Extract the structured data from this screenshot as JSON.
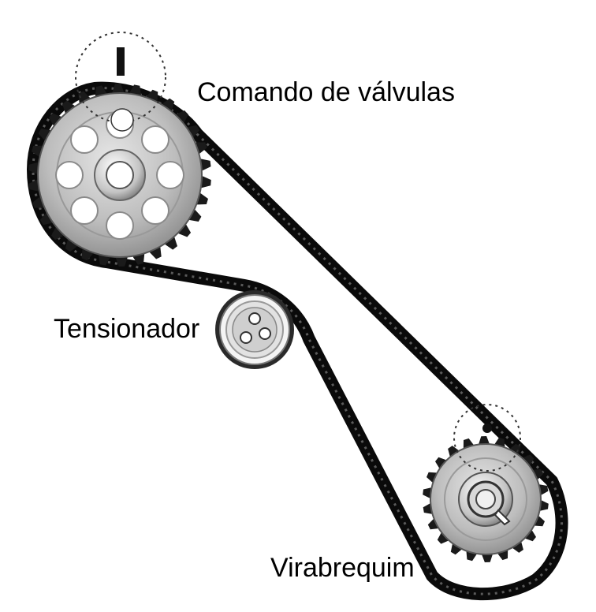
{
  "labels": {
    "camshaft": "Comando de válvulas",
    "tensioner": "Tensionador",
    "crankshaft": "Virabrequim"
  },
  "colors": {
    "belt": "#0a0a0a",
    "gear_face": "#b9b9b9",
    "gear_teeth": "#1a1a1a",
    "hub": "#d9d9d9",
    "timing_mark": "#111111",
    "background": "#ffffff"
  },
  "icons": {
    "camshaft": "camshaft-gear-icon",
    "crankshaft": "crankshaft-gear-icon",
    "tensioner": "tensioner-pulley-icon"
  }
}
